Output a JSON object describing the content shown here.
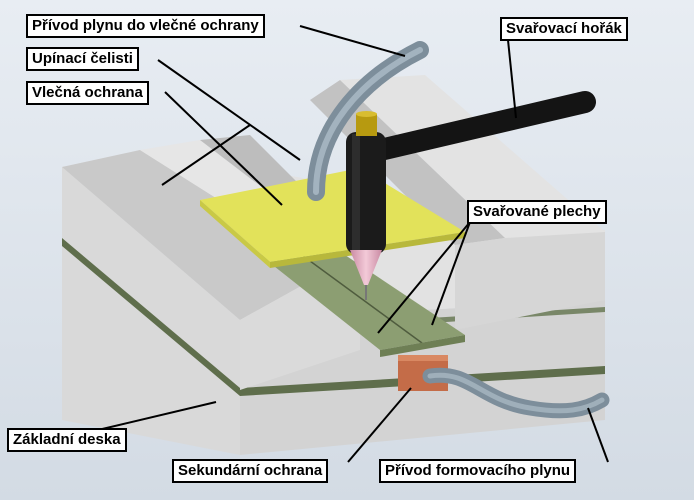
{
  "labels": {
    "gas_supply_trailing_shield": "Přívod plynu do vlečné ochrany",
    "clamping_jaws": "Upínací čelisti",
    "trailing_shield": "Vlečná ochrana",
    "welding_torch": "Svařovací hořák",
    "welded_sheets": "Svařované plechy",
    "base_plate": "Základní deska",
    "secondary_shield": "Sekundární ochrana",
    "forming_gas_supply": "Přívod formovacího plynu"
  },
  "colors": {
    "background": "#dfe6ee",
    "block_light": "#e4e4e4",
    "block_mid": "#cfcfcf",
    "block_dark": "#b5b5b5",
    "layer_stripe": "#5f6e4c",
    "trailing_shield": "#e2e25a",
    "welded_sheets": "#8c9e72",
    "torch": "#1b1b1b",
    "torch_cap": "#b79a10",
    "nozzle": "#e8b6c8",
    "secondary_shield": "#c46c48",
    "hose": "#8a9ba8",
    "leader_line": "#000000",
    "callout_bg": "#ffffff"
  }
}
